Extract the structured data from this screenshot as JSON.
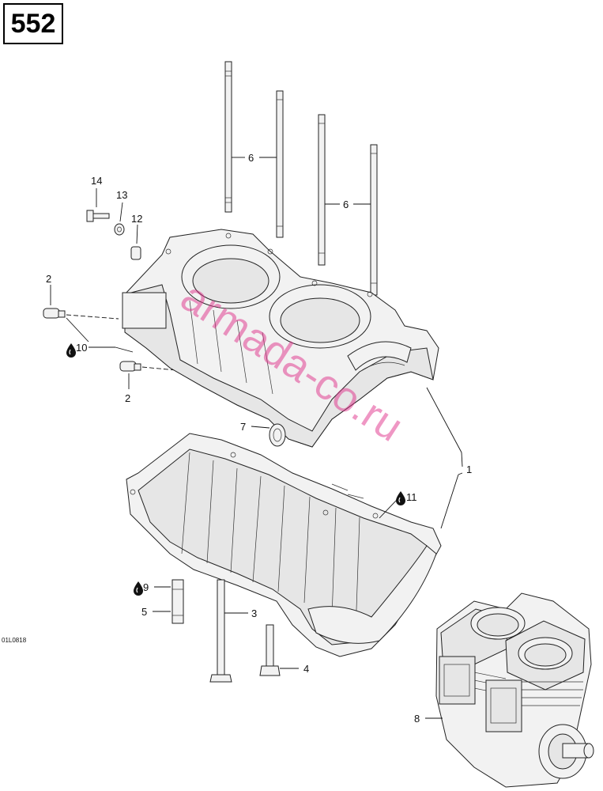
{
  "page_number": "552",
  "drawing_code": "01L0818",
  "watermark": "armada-co.ru",
  "callouts": {
    "c1": "1",
    "c2a": "2",
    "c2b": "2",
    "c3": "3",
    "c4": "4",
    "c5": "5",
    "c6a": "6",
    "c6b": "6",
    "c7": "7",
    "c8": "8",
    "c9": "9",
    "c10": "10",
    "c11": "11",
    "c12": "12",
    "c13": "13",
    "c14": "14"
  },
  "icons": {
    "lubricant_drop": "drop-icon"
  }
}
